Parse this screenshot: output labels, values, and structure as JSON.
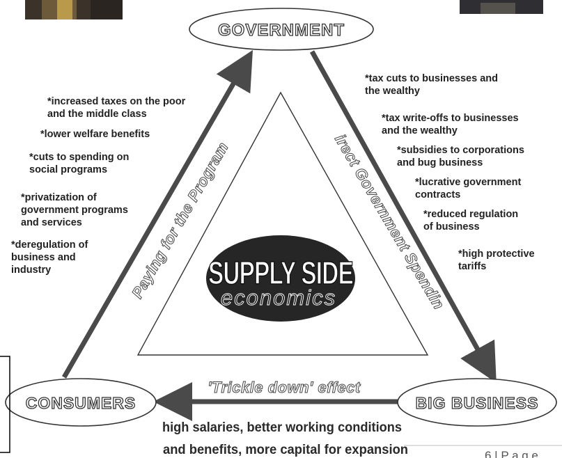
{
  "nodes": {
    "government": "GOVERNMENT",
    "consumers": "CONSUMERS",
    "big_business": "BIG BUSINESS"
  },
  "center": {
    "title": "SUPPLY SIDE",
    "subtitle": "economics"
  },
  "edges": {
    "left": "Paying for the Program",
    "right": "Direct Government Spending",
    "bottom": "'Trickle down' effect"
  },
  "left_notes": [
    [
      "*increased taxes on the poor",
      "and the middle class"
    ],
    [
      "*lower welfare benefits"
    ],
    [
      "*cuts to spending on",
      "social programs"
    ],
    [
      "*privatization of",
      "government programs",
      "and services"
    ],
    [
      "*deregulation of",
      " business and",
      "industry"
    ]
  ],
  "right_notes": [
    [
      "*tax cuts to businesses and",
      "the wealthy"
    ],
    [
      "*tax write-offs to businesses",
      "and the wealthy"
    ],
    [
      "*subsidies to corporations",
      "and bug business"
    ],
    [
      "*lucrative government",
      "contracts"
    ],
    [
      "*reduced regulation",
      "of business"
    ],
    [
      "*high protective",
      "tariffs"
    ]
  ],
  "bottom_notes": [
    "high salaries, better working conditions",
    "and benefits, more capital for expansion"
  ],
  "page_label": "6 | P a g e",
  "colors": {
    "arrow": "#4a4a4a",
    "center_ellipse": "#262626"
  }
}
